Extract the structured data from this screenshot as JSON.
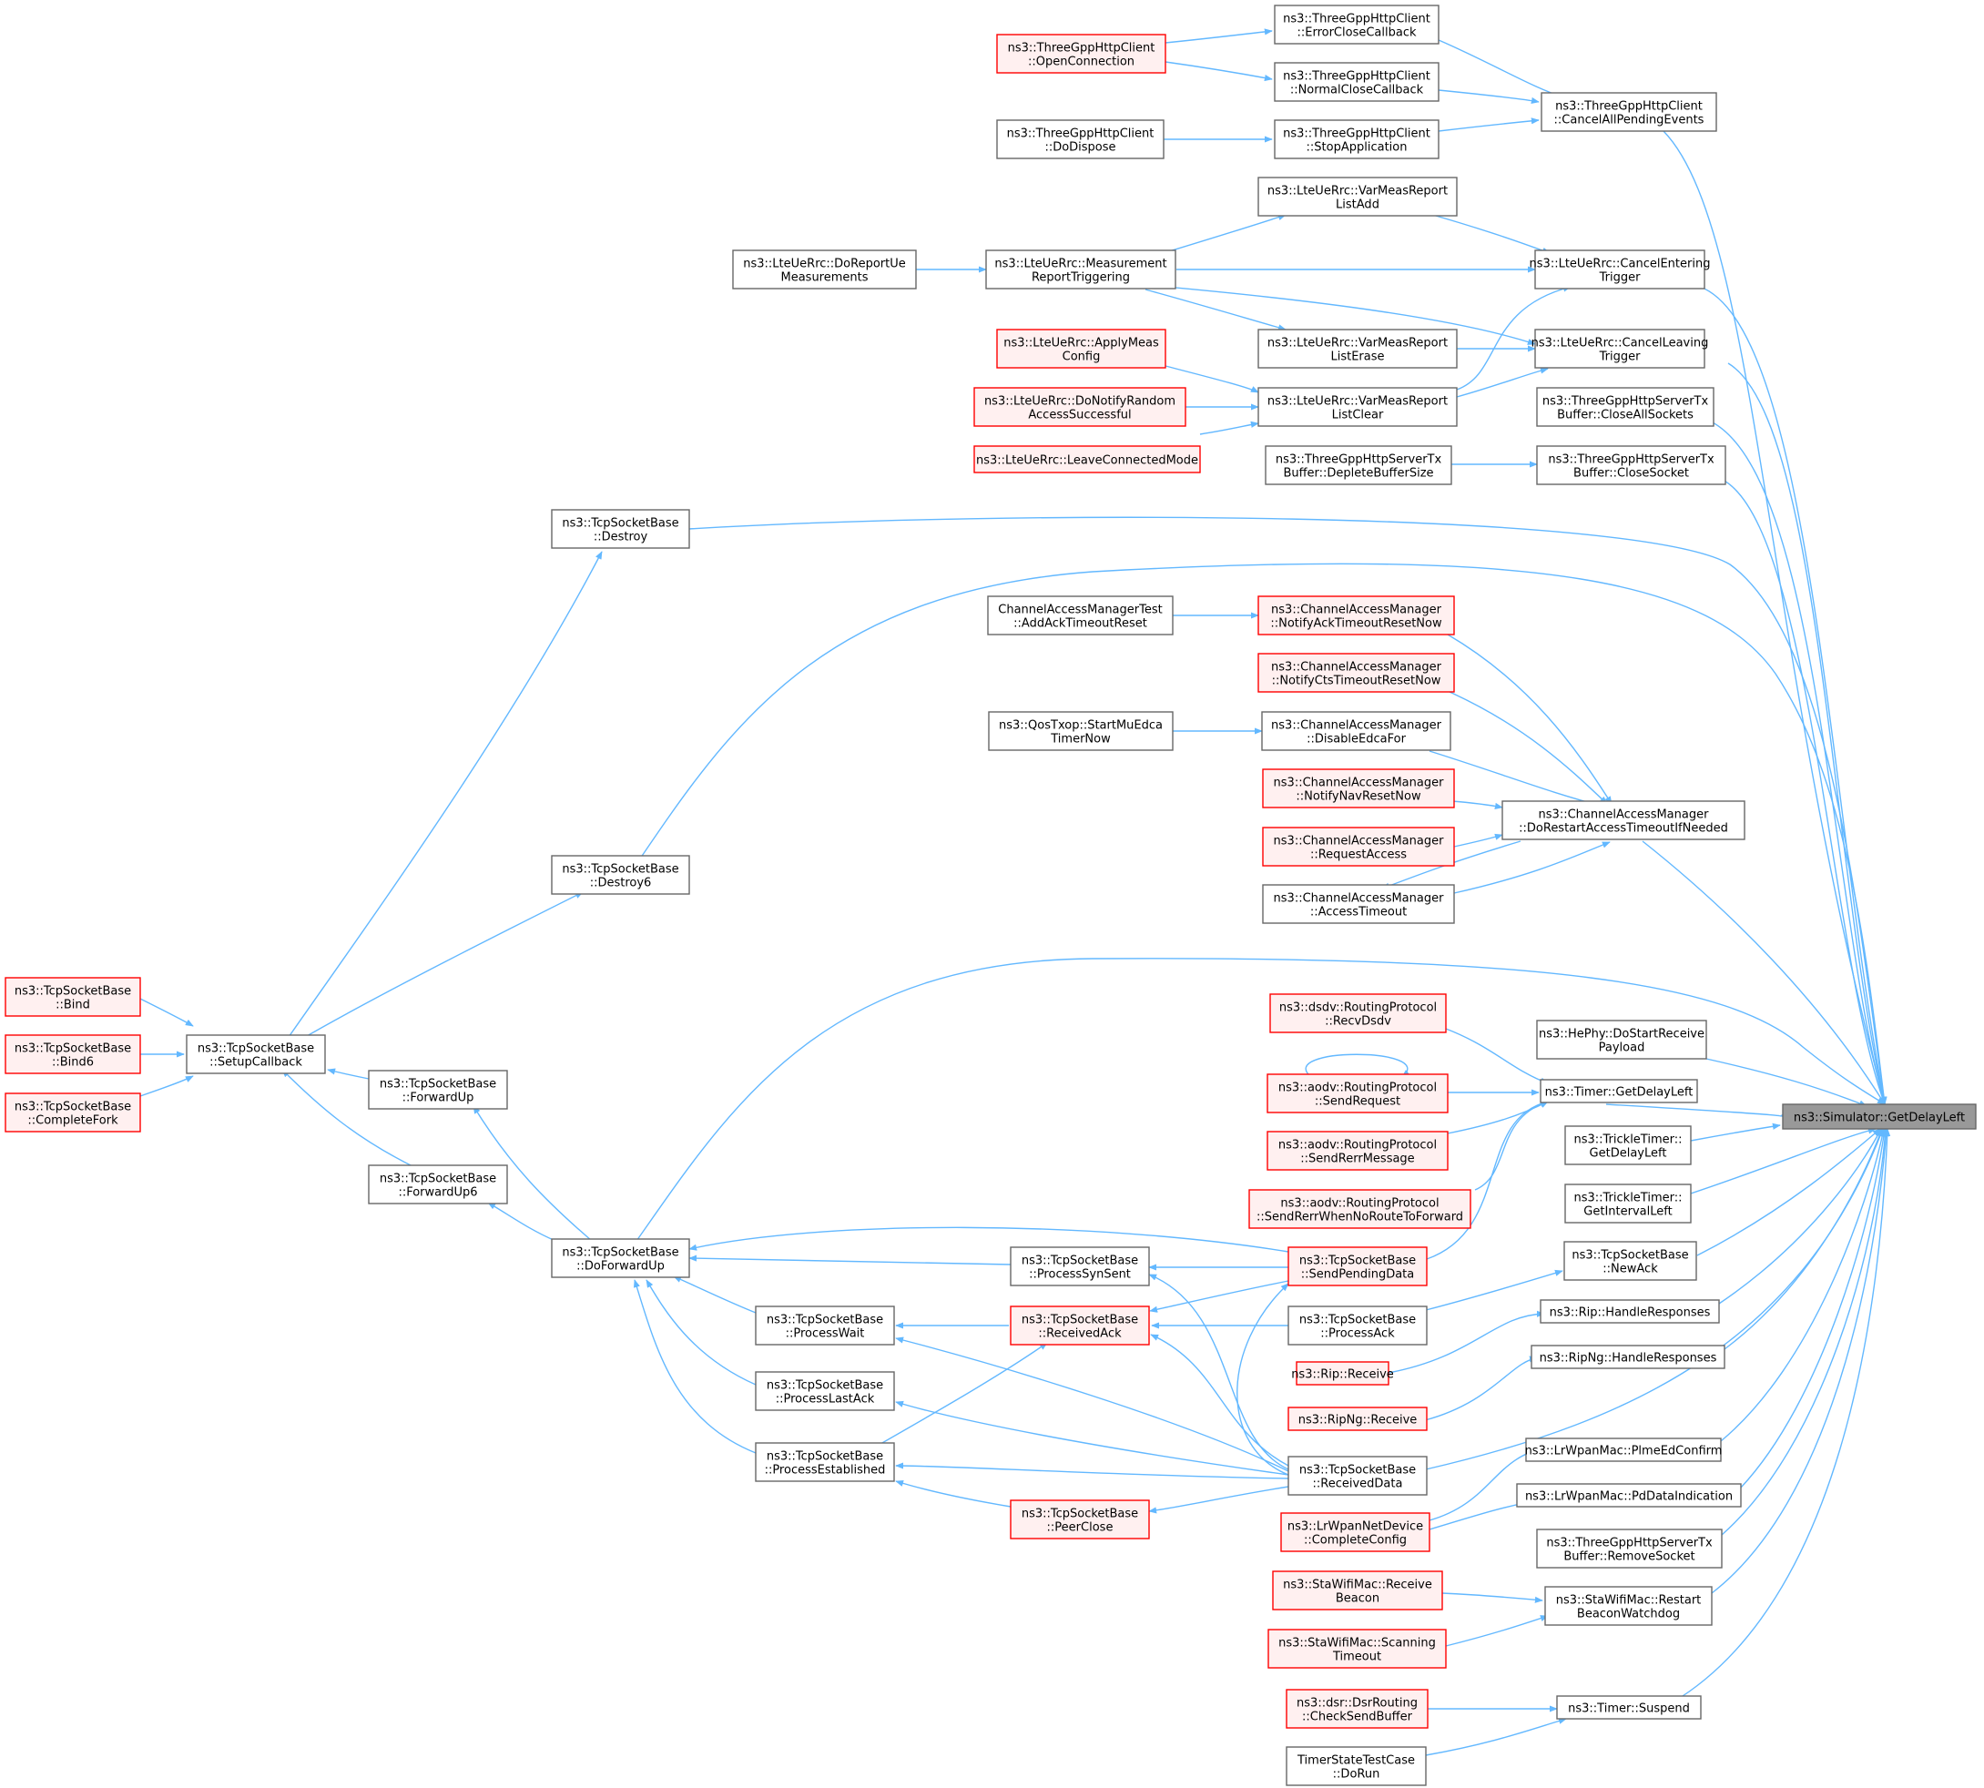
{
  "colors": {
    "edge": "#63b8ff",
    "node_border": "#666666",
    "node_fill": "#ffffff",
    "truncated_border": "#ff0000",
    "truncated_fill": "#fff0f0",
    "root_fill": "#999999",
    "text": "#000000"
  },
  "nodes": [
    {
      "id": "root",
      "lines": [
        "ns3::Simulator::GetDelayLeft"
      ],
      "style": "root"
    },
    {
      "id": "cape",
      "lines": [
        "ns3::ThreeGppHttpClient",
        "::CancelAllPendingEvents"
      ],
      "style": "normal"
    },
    {
      "id": "ecc",
      "lines": [
        "ns3::ThreeGppHttpClient",
        "::ErrorCloseCallback"
      ],
      "style": "normal"
    },
    {
      "id": "ncc",
      "lines": [
        "ns3::ThreeGppHttpClient",
        "::NormalCloseCallback"
      ],
      "style": "normal"
    },
    {
      "id": "stopapp",
      "lines": [
        "ns3::ThreeGppHttpClient",
        "::StopApplication"
      ],
      "style": "normal"
    },
    {
      "id": "openconn",
      "lines": [
        "ns3::ThreeGppHttpClient",
        "::OpenConnection"
      ],
      "style": "truncated"
    },
    {
      "id": "dodispose",
      "lines": [
        "ns3::ThreeGppHttpClient",
        "::DoDispose"
      ],
      "style": "normal"
    },
    {
      "id": "varadd",
      "lines": [
        "ns3::LteUeRrc::VarMeasReport",
        "ListAdd"
      ],
      "style": "normal"
    },
    {
      "id": "cet",
      "lines": [
        "ns3::LteUeRrc::CancelEntering",
        "Trigger"
      ],
      "style": "normal"
    },
    {
      "id": "mrt",
      "lines": [
        "ns3::LteUeRrc::Measurement",
        "ReportTriggering"
      ],
      "style": "normal"
    },
    {
      "id": "dorum",
      "lines": [
        "ns3::LteUeRrc::DoReportUe",
        "Measurements"
      ],
      "style": "normal"
    },
    {
      "id": "clt",
      "lines": [
        "ns3::LteUeRrc::CancelLeaving",
        "Trigger"
      ],
      "style": "normal"
    },
    {
      "id": "varerase",
      "lines": [
        "ns3::LteUeRrc::VarMeasReport",
        "ListErase"
      ],
      "style": "normal"
    },
    {
      "id": "varclear",
      "lines": [
        "ns3::LteUeRrc::VarMeasReport",
        "ListClear"
      ],
      "style": "normal"
    },
    {
      "id": "applymeas",
      "lines": [
        "ns3::LteUeRrc::ApplyMeas",
        "Config"
      ],
      "style": "truncated"
    },
    {
      "id": "dnras",
      "lines": [
        "ns3::LteUeRrc::DoNotifyRandom",
        "AccessSuccessful"
      ],
      "style": "truncated"
    },
    {
      "id": "lcm",
      "lines": [
        "ns3::LteUeRrc::LeaveConnectedMode"
      ],
      "style": "truncated"
    },
    {
      "id": "closeall",
      "lines": [
        "ns3::ThreeGppHttpServerTx",
        "Buffer::CloseAllSockets"
      ],
      "style": "normal"
    },
    {
      "id": "closesock",
      "lines": [
        "ns3::ThreeGppHttpServerTx",
        "Buffer::CloseSocket"
      ],
      "style": "normal"
    },
    {
      "id": "deplete",
      "lines": [
        "ns3::ThreeGppHttpServerTx",
        "Buffer::DepleteBufferSize"
      ],
      "style": "normal"
    },
    {
      "id": "destroy",
      "lines": [
        "ns3::TcpSocketBase",
        "::Destroy"
      ],
      "style": "normal"
    },
    {
      "id": "destroy6",
      "lines": [
        "ns3::TcpSocketBase",
        "::Destroy6"
      ],
      "style": "normal"
    },
    {
      "id": "addack",
      "lines": [
        "ChannelAccessManagerTest",
        "::AddAckTimeoutReset"
      ],
      "style": "normal"
    },
    {
      "id": "notifyack",
      "lines": [
        "ns3::ChannelAccessManager",
        "::NotifyAckTimeoutResetNow"
      ],
      "style": "truncated"
    },
    {
      "id": "notifycts",
      "lines": [
        "ns3::ChannelAccessManager",
        "::NotifyCtsTimeoutResetNow"
      ],
      "style": "truncated"
    },
    {
      "id": "startmu",
      "lines": [
        "ns3::QosTxop::StartMuEdca",
        "TimerNow"
      ],
      "style": "normal"
    },
    {
      "id": "disableedca",
      "lines": [
        "ns3::ChannelAccessManager",
        "::DisableEdcaFor"
      ],
      "style": "normal"
    },
    {
      "id": "notifynav",
      "lines": [
        "ns3::ChannelAccessManager",
        "::NotifyNavResetNow"
      ],
      "style": "truncated"
    },
    {
      "id": "reqaccess",
      "lines": [
        "ns3::ChannelAccessManager",
        "::RequestAccess"
      ],
      "style": "truncated"
    },
    {
      "id": "accesstimeout",
      "lines": [
        "ns3::ChannelAccessManager",
        "::AccessTimeout"
      ],
      "style": "normal"
    },
    {
      "id": "dorestart",
      "lines": [
        "ns3::ChannelAccessManager",
        "::DoRestartAccessTimeoutIfNeeded"
      ],
      "style": "normal"
    },
    {
      "id": "bind",
      "lines": [
        "ns3::TcpSocketBase",
        "::Bind"
      ],
      "style": "truncated"
    },
    {
      "id": "bind6",
      "lines": [
        "ns3::TcpSocketBase",
        "::Bind6"
      ],
      "style": "truncated"
    },
    {
      "id": "completefork",
      "lines": [
        "ns3::TcpSocketBase",
        "::CompleteFork"
      ],
      "style": "truncated"
    },
    {
      "id": "setupcb",
      "lines": [
        "ns3::TcpSocketBase",
        "::SetupCallback"
      ],
      "style": "normal"
    },
    {
      "id": "forwardup",
      "lines": [
        "ns3::TcpSocketBase",
        "::ForwardUp"
      ],
      "style": "normal"
    },
    {
      "id": "forwardup6",
      "lines": [
        "ns3::TcpSocketBase",
        "::ForwardUp6"
      ],
      "style": "normal"
    },
    {
      "id": "doforwardup",
      "lines": [
        "ns3::TcpSocketBase",
        "::DoForwardUp"
      ],
      "style": "normal"
    },
    {
      "id": "recvdsdv",
      "lines": [
        "ns3::dsdv::RoutingProtocol",
        "::RecvDsdv"
      ],
      "style": "truncated"
    },
    {
      "id": "sendrequest",
      "lines": [
        "ns3::aodv::RoutingProtocol",
        "::SendRequest"
      ],
      "style": "truncated"
    },
    {
      "id": "sendrerr",
      "lines": [
        "ns3::aodv::RoutingProtocol",
        "::SendRerrMessage"
      ],
      "style": "truncated"
    },
    {
      "id": "sendrerrnoroute",
      "lines": [
        "ns3::aodv::RoutingProtocol",
        "::SendRerrWhenNoRouteToForward"
      ],
      "style": "truncated"
    },
    {
      "id": "hephy",
      "lines": [
        "ns3::HePhy::DoStartReceive",
        "Payload"
      ],
      "style": "normal"
    },
    {
      "id": "timergdl",
      "lines": [
        "ns3::Timer::GetDelayLeft"
      ],
      "style": "normal"
    },
    {
      "id": "trickledl",
      "lines": [
        "ns3::TrickleTimer::",
        "GetDelayLeft"
      ],
      "style": "normal"
    },
    {
      "id": "trickleil",
      "lines": [
        "ns3::TrickleTimer::",
        "GetIntervalLeft"
      ],
      "style": "normal"
    },
    {
      "id": "newack",
      "lines": [
        "ns3::TcpSocketBase",
        "::NewAck"
      ],
      "style": "normal"
    },
    {
      "id": "synsent",
      "lines": [
        "ns3::TcpSocketBase",
        "::ProcessSynSent"
      ],
      "style": "normal"
    },
    {
      "id": "sendpending",
      "lines": [
        "ns3::TcpSocketBase",
        "::SendPendingData"
      ],
      "style": "truncated"
    },
    {
      "id": "processwait",
      "lines": [
        "ns3::TcpSocketBase",
        "::ProcessWait"
      ],
      "style": "normal"
    },
    {
      "id": "receivedack",
      "lines": [
        "ns3::TcpSocketBase",
        "::ReceivedAck"
      ],
      "style": "truncated"
    },
    {
      "id": "processack",
      "lines": [
        "ns3::TcpSocketBase",
        "::ProcessAck"
      ],
      "style": "normal"
    },
    {
      "id": "riphr",
      "lines": [
        "ns3::Rip::HandleResponses"
      ],
      "style": "normal"
    },
    {
      "id": "riprecv",
      "lines": [
        "ns3::Rip::Receive"
      ],
      "style": "truncated"
    },
    {
      "id": "ripnghr",
      "lines": [
        "ns3::RipNg::HandleResponses"
      ],
      "style": "normal"
    },
    {
      "id": "ripngrecv",
      "lines": [
        "ns3::RipNg::Receive"
      ],
      "style": "truncated"
    },
    {
      "id": "lastack",
      "lines": [
        "ns3::TcpSocketBase",
        "::ProcessLastAck"
      ],
      "style": "normal"
    },
    {
      "id": "established",
      "lines": [
        "ns3::TcpSocketBase",
        "::ProcessEstablished"
      ],
      "style": "normal"
    },
    {
      "id": "receiveddata",
      "lines": [
        "ns3::TcpSocketBase",
        "::ReceivedData"
      ],
      "style": "normal"
    },
    {
      "id": "peerclose",
      "lines": [
        "ns3::TcpSocketBase",
        "::PeerClose"
      ],
      "style": "truncated"
    },
    {
      "id": "plmeed",
      "lines": [
        "ns3::LrWpanMac::PlmeEdConfirm"
      ],
      "style": "normal"
    },
    {
      "id": "pddata",
      "lines": [
        "ns3::LrWpanMac::PdDataIndication"
      ],
      "style": "normal"
    },
    {
      "id": "lrcomplete",
      "lines": [
        "ns3::LrWpanNetDevice",
        "::CompleteConfig"
      ],
      "style": "truncated"
    },
    {
      "id": "removesock",
      "lines": [
        "ns3::ThreeGppHttpServerTx",
        "Buffer::RemoveSocket"
      ],
      "style": "normal"
    },
    {
      "id": "stareceive",
      "lines": [
        "ns3::StaWifiMac::Receive",
        "Beacon"
      ],
      "style": "truncated"
    },
    {
      "id": "starestart",
      "lines": [
        "ns3::StaWifiMac::Restart",
        "BeaconWatchdog"
      ],
      "style": "normal"
    },
    {
      "id": "stascan",
      "lines": [
        "ns3::StaWifiMac::Scanning",
        "Timeout"
      ],
      "style": "truncated"
    },
    {
      "id": "dsrcheck",
      "lines": [
        "ns3::dsr::DsrRouting",
        "::CheckSendBuffer"
      ],
      "style": "truncated"
    },
    {
      "id": "timersuspend",
      "lines": [
        "ns3::Timer::Suspend"
      ],
      "style": "normal"
    },
    {
      "id": "timerstate",
      "lines": [
        "TimerStateTestCase",
        "::DoRun"
      ],
      "style": "normal"
    }
  ]
}
